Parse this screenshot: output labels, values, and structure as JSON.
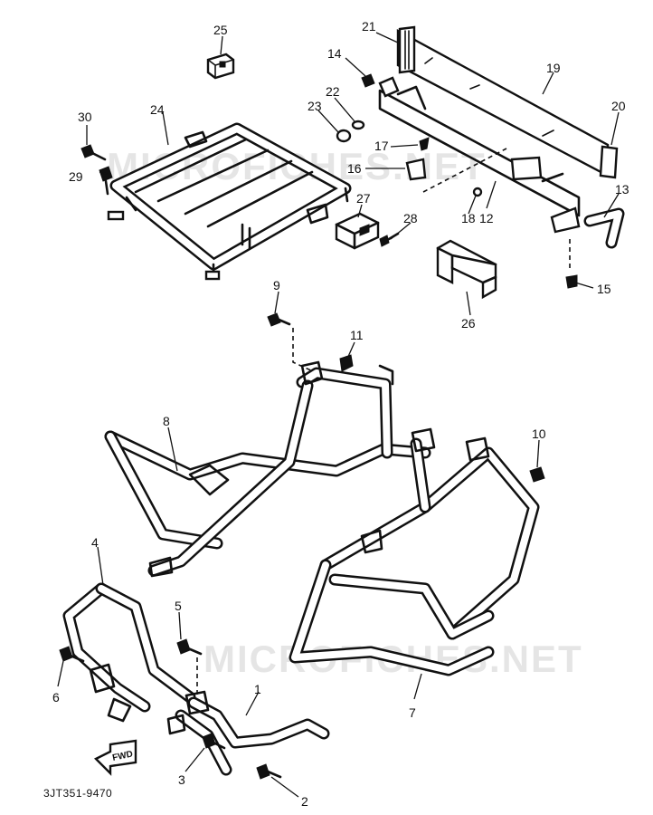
{
  "diagram_code": "3JT351-9470",
  "watermark": "MICROFICHES.NET",
  "forward_label": "FWD",
  "callouts": [
    {
      "id": "1",
      "label": "1"
    },
    {
      "id": "2",
      "label": "2"
    },
    {
      "id": "3",
      "label": "3"
    },
    {
      "id": "4",
      "label": "4"
    },
    {
      "id": "5",
      "label": "5"
    },
    {
      "id": "6",
      "label": "6"
    },
    {
      "id": "7",
      "label": "7"
    },
    {
      "id": "8",
      "label": "8"
    },
    {
      "id": "9",
      "label": "9"
    },
    {
      "id": "10",
      "label": "10"
    },
    {
      "id": "11",
      "label": "11"
    },
    {
      "id": "12",
      "label": "12"
    },
    {
      "id": "13",
      "label": "13"
    },
    {
      "id": "14",
      "label": "14"
    },
    {
      "id": "15",
      "label": "15"
    },
    {
      "id": "16",
      "label": "16"
    },
    {
      "id": "17",
      "label": "17"
    },
    {
      "id": "18",
      "label": "18"
    },
    {
      "id": "19",
      "label": "19"
    },
    {
      "id": "20",
      "label": "20"
    },
    {
      "id": "21",
      "label": "21"
    },
    {
      "id": "22",
      "label": "22"
    },
    {
      "id": "23",
      "label": "23"
    },
    {
      "id": "24",
      "label": "24"
    },
    {
      "id": "25",
      "label": "25"
    },
    {
      "id": "26",
      "label": "26"
    },
    {
      "id": "27",
      "label": "27"
    },
    {
      "id": "28",
      "label": "28"
    },
    {
      "id": "29",
      "label": "29"
    },
    {
      "id": "30",
      "label": "30"
    }
  ]
}
